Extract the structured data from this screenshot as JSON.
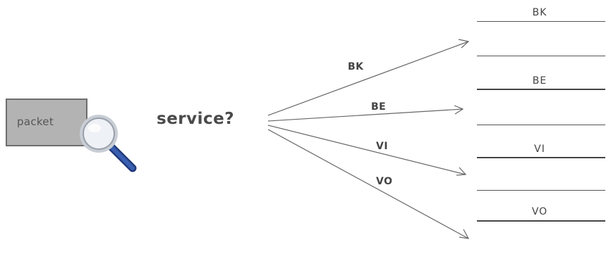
{
  "packet": {
    "label": "packet"
  },
  "question": "service?",
  "branches": [
    {
      "label": "BK"
    },
    {
      "label": "BE"
    },
    {
      "label": "VI"
    },
    {
      "label": "VO"
    }
  ],
  "queues": [
    {
      "label": "BK"
    },
    {
      "label": "BE"
    },
    {
      "label": "VI"
    },
    {
      "label": "VO"
    }
  ],
  "colors": {
    "packet_fill": "#b3b3b3",
    "packet_border": "#6d6d6d",
    "magnifier_handle": "#2f4f9a",
    "magnifier_lens": "#e9edf2",
    "arrow": "#666666",
    "text": "#444444"
  },
  "icons": {
    "magnifier": "magnifying-glass-icon"
  }
}
